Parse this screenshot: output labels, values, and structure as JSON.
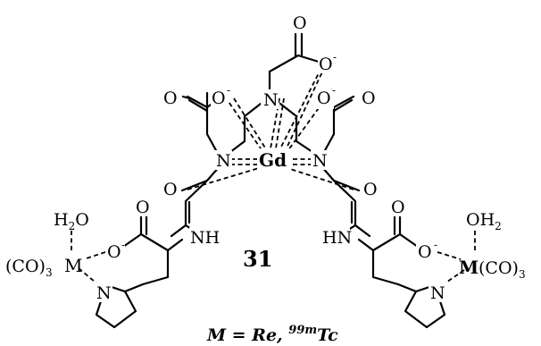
{
  "diagram": {
    "compound_number": "31",
    "caption": {
      "prefix": "M = Re, ",
      "isotope_mass": "99m",
      "isotope_symbol": "Tc"
    },
    "central_metal": "Gd",
    "peripheral_metal": "M",
    "atoms": {
      "nitrogen": "N",
      "oxygen": "O",
      "amide_nh_left": "NH",
      "amide_nh_right": "HN",
      "anion_sign": "-"
    },
    "ligands": {
      "water_left": {
        "h": "H",
        "sub": "2",
        "o": "O"
      },
      "water_right": {
        "o": "OH",
        "sub": "2"
      },
      "carbonyl_left": {
        "text": "(CO)",
        "sub": "3"
      },
      "carbonyl_right": {
        "text": "(CO)",
        "sub": "3"
      }
    },
    "colors": {
      "metal": "#e8392b",
      "ink": "#000000"
    }
  }
}
